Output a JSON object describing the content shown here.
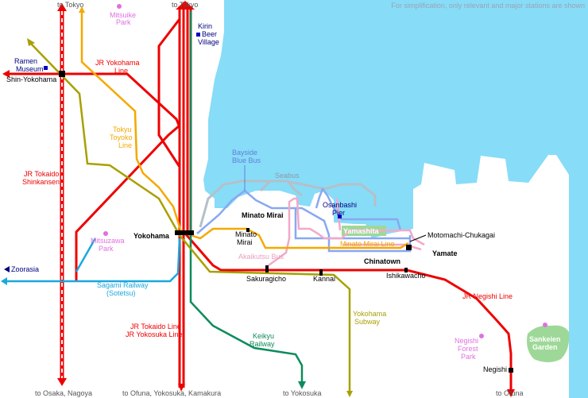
{
  "note": "For simplification, only relevant and major stations are shown",
  "colors": {
    "water": "#87dcf8",
    "jr": "#ee0000",
    "tokyu": "#f5a800",
    "keikyu": "#0c8c5a",
    "subway": "#a8a000",
    "sotetsu": "#1aa8de",
    "minatomirai": "#f5a800",
    "bus_blue": "#88a8f0",
    "seabus": "#b4c0c8",
    "akaikutsu": "#f4a8c8",
    "park": "#9ed898",
    "label_blue": "#000080",
    "label_pink": "#e070e0"
  },
  "destinations": {
    "tokyo_left": "to Tokyo",
    "tokyo_right": "to Tokyo",
    "osaka": "to Osaka, Nagoya",
    "ofuna_jr": "to Ofuna, Yokosuka, Kamakura",
    "yokosuka": "to Yokosuka",
    "ofuna_negishi": "to Ofuna",
    "zoorasia": "Zoorasia"
  },
  "stations": {
    "shinyokohama": "Shin-Yokohama",
    "yokohama": "Yokohama",
    "minatomirai_area": "Minato Mirai",
    "minatomirai_station": [
      "Minato",
      "Mirai"
    ],
    "sakuragicho": "Sakuragicho",
    "kannai": "Kannai",
    "ishikawacho": "Ishikawacho",
    "motomachi": "Motomachi-Chukagai",
    "chinatown": "Chinatown",
    "yamate": "Yamate",
    "yamashita": "Yamashita",
    "negishi": "Negishi"
  },
  "lines": {
    "jr_yokohama": [
      "JR Yokohama",
      "Line"
    ],
    "tokyu_toyoko": [
      "Tokyu",
      "Toyoko",
      "Line"
    ],
    "jr_tokaido_shinkansen": [
      "JR Tokaido",
      "Shinkansen"
    ],
    "sagami_railway": [
      "Sagami Railway",
      "(Sotetsu)"
    ],
    "jr_tokaido_yokosuka": [
      "JR Tokaido Line",
      "JR Yokosuka Line"
    ],
    "keikyu": [
      "Keikyu",
      "Railway"
    ],
    "yokohama_subway": [
      "Yokohama",
      "Subway"
    ],
    "jr_negishi": "JR Negishi Line",
    "minatomirai_line": "Minato Mirai Line",
    "bayside_bus": [
      "Bayside",
      "Blue Bus"
    ],
    "seabus": "Seabus",
    "akaikutsu_bus": "Akaikutsu Bus"
  },
  "attractions": {
    "ramen_museum": [
      "Ramen",
      "Museum"
    ],
    "kirin_beer": [
      "Kirin",
      "Beer",
      "Village"
    ],
    "osanbashi": [
      "Osanbashi",
      "Pier"
    ],
    "mitsuike_park": [
      "Mitsuike",
      "Park"
    ],
    "mitsuzawa_park": [
      "Mitsuzawa",
      "Park"
    ],
    "negishi_forest_park": [
      "Negishi",
      "Forest",
      "Park"
    ],
    "sankeien": [
      "Sankeien",
      "Garden"
    ]
  }
}
